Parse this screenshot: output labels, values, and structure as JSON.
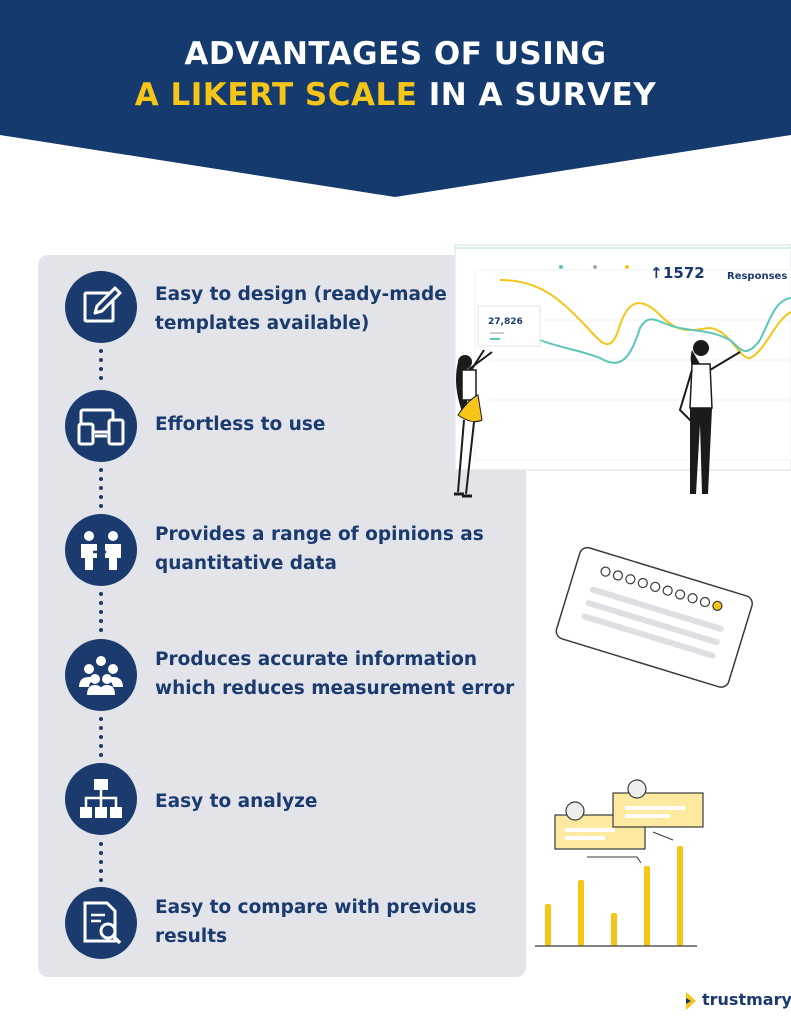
{
  "header": {
    "title_line_1": "ADVANTAGES OF USING",
    "title_line_2_accent": "A LIKERT SCALE",
    "title_line_2_rest": " IN A SURVEY",
    "background_color": "#143a6e",
    "accent_color": "#f5c518"
  },
  "advantages": [
    {
      "icon": "edit-icon",
      "line1": "Easy to design (ready-made",
      "line2": "templates available)"
    },
    {
      "icon": "devices-icon",
      "line1": "Effortless to use",
      "line2": ""
    },
    {
      "icon": "exchange-people-icon",
      "line1": "Provides a range of opinions as",
      "line2": "quantitative data"
    },
    {
      "icon": "group-icon",
      "line1": "Produces accurate information",
      "line2": "which reduces measurement error"
    },
    {
      "icon": "hierarchy-icon",
      "line1": "Easy to analyze",
      "line2": ""
    },
    {
      "icon": "document-search-icon",
      "line1": "Easy to compare with previous",
      "line2": "results"
    }
  ],
  "dashboard": {
    "responses_value": "1572",
    "responses_label": "Responses",
    "card_value": "27,826"
  },
  "brand": {
    "name": "trustmary"
  }
}
